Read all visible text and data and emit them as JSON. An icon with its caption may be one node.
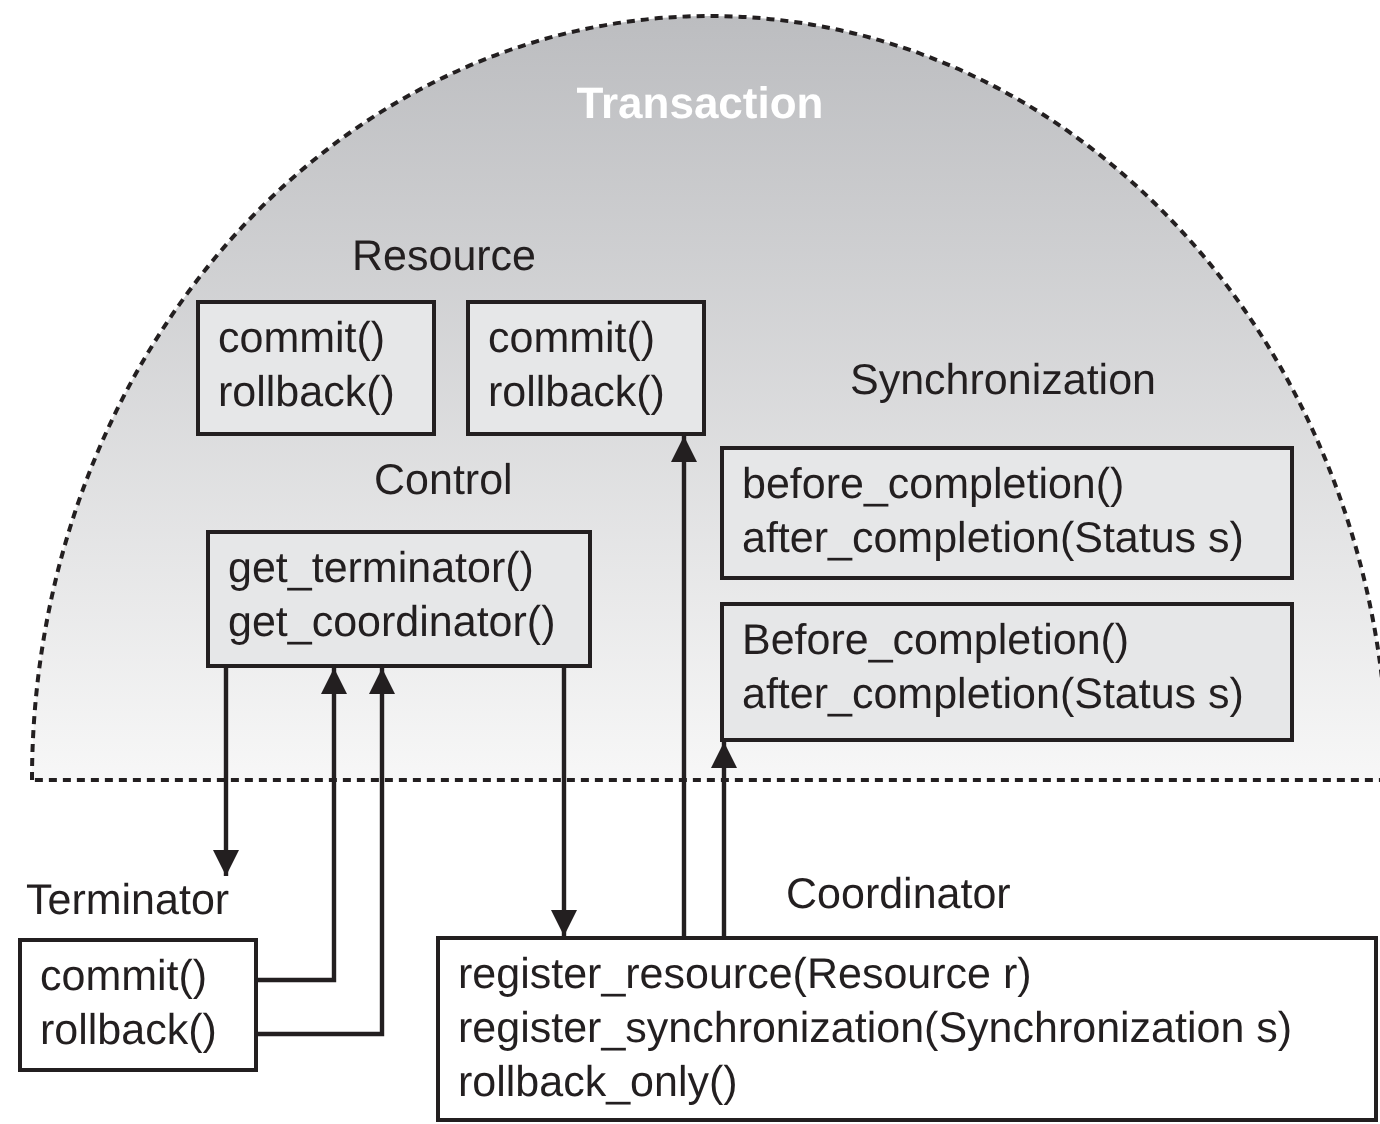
{
  "diagram": {
    "nodes": [
      {
        "text": [
          "Transaction"
        ]
      },
      {
        "text": [
          "commit() rollback()"
        ],
        "in": 0
      },
      {
        "text": [
          "commit() rollback()"
        ],
        "in": 0
      },
      {
        "text": [
          "Control",
          "get_terminator() get_coordinator()"
        ],
        "in": 0
      },
      {
        "text": [
          "Synchronization",
          "before_completion() after_completion(Status s)"
        ],
        "in": 0
      },
      {
        "text": [
          "Before_completion() after_completion(Status s)"
        ],
        "in": 0
      },
      {
        "text": [
          "Terminator",
          "commit() rollback()"
        ]
      },
      {
        "text": [
          "Coordinator",
          "register_resource(Resource r) register_synchronization(Synchronization s) rollback_only()"
        ]
      }
    ],
    "edges": [
      {
        "from": 3,
        "to": 6,
        "arrow": "to"
      },
      {
        "from": 6,
        "to": 3,
        "arrow": "to"
      },
      {
        "from": 6,
        "to": 3,
        "arrow": "to"
      },
      {
        "from": 3,
        "to": 7,
        "arrow": "to"
      },
      {
        "from": 7,
        "to": 2,
        "arrow": "to"
      },
      {
        "from": 7,
        "to": 5,
        "arrow": "to"
      }
    ],
    "labels": [
      "Resource"
    ]
  }
}
